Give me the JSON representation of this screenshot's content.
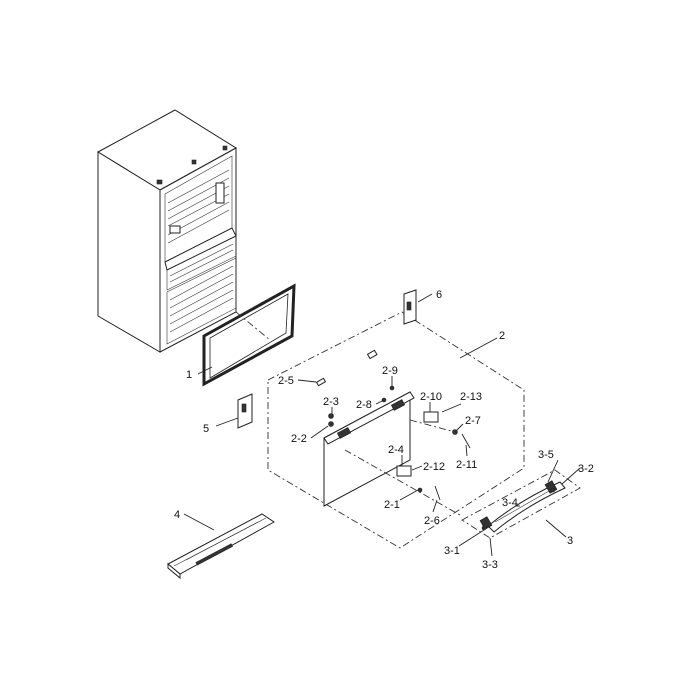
{
  "labels": {
    "p1": "1",
    "p2": "2",
    "p2_1": "2-1",
    "p2_2": "2-2",
    "p2_3": "2-3",
    "p2_4": "2-4",
    "p2_5": "2-5",
    "p2_6": "2-6",
    "p2_7": "2-7",
    "p2_8": "2-8",
    "p2_9": "2-9",
    "p2_10": "2-10",
    "p2_11": "2-11",
    "p2_12": "2-12",
    "p2_13": "2-13",
    "p3": "3",
    "p3_1": "3-1",
    "p3_2": "3-2",
    "p3_3": "3-3",
    "p3_4": "3-4",
    "p3_5": "3-5",
    "p4": "4",
    "p5": "5",
    "p6": "6"
  }
}
